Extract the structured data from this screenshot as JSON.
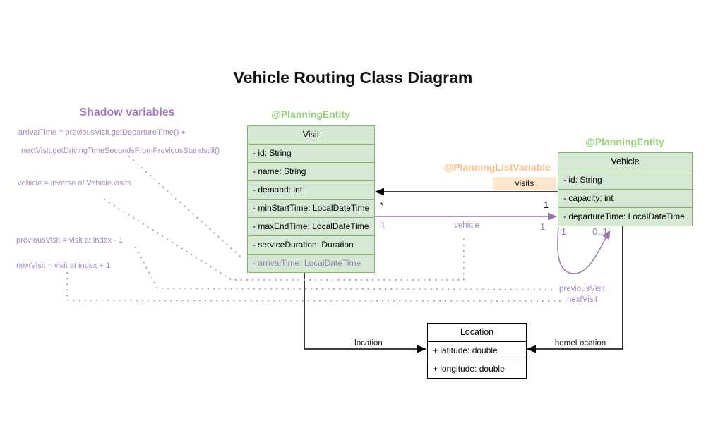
{
  "title": "Vehicle Routing Class Diagram",
  "shadow_panel": {
    "heading": "Shadow variables",
    "lines": [
      "arrivalTime = previousVisit.getDepartureTime() +",
      "nextVisit.getDrivingTimeSecondsFromPreviousStandstill()",
      "vehicle = inverse of Vehicle.visits",
      "previousVisit = visit at index - 1",
      "nextVisit = visit at index + 1"
    ]
  },
  "classes": {
    "visit": {
      "annotation": "@PlanningEntity",
      "name": "Visit",
      "attributes": [
        "- id: String",
        "- name: String",
        "- demand: int",
        "- minStartTime: LocalDateTime",
        "- maxEndTime: LocalDateTime",
        "- serviceDuration: Duration",
        "- arrivalTime: LocalDateTime"
      ]
    },
    "vehicle": {
      "annotation": "@PlanningEntity",
      "name": "Vehicle",
      "attributes": [
        "- id: String",
        "- capacity: int",
        "- departureTime: LocalDateTime"
      ]
    },
    "location": {
      "name": "Location",
      "attributes": [
        "+ latitude: double",
        "+ longitude: double"
      ]
    }
  },
  "relations": {
    "visits": {
      "annotation": "@PlanningListVariable",
      "label": "visits",
      "mult_visit_end": "*",
      "mult_vehicle_end": "1"
    },
    "vehicle": {
      "label": "vehicle",
      "mult_visit_end": "1",
      "mult_vehicle_end": "1"
    },
    "location": {
      "label": "location"
    },
    "home_location": {
      "label": "homeLocation"
    },
    "visit_chain": {
      "prev_label": "previousVisit",
      "next_label": "nextVisit",
      "mult_prev": "1",
      "mult_next": "0..1"
    }
  },
  "colors": {
    "entity_fill": "#d5e8d4",
    "entity_stroke": "#82b366",
    "entity_annotation": "#97d077",
    "list_variable_annotation": "#ffbe85",
    "visits_label_fill": "#ffe6cc",
    "shadow_purple": "#9673a6",
    "shadow_purple_light": "#a588c0",
    "plain_stroke": "#000000"
  }
}
